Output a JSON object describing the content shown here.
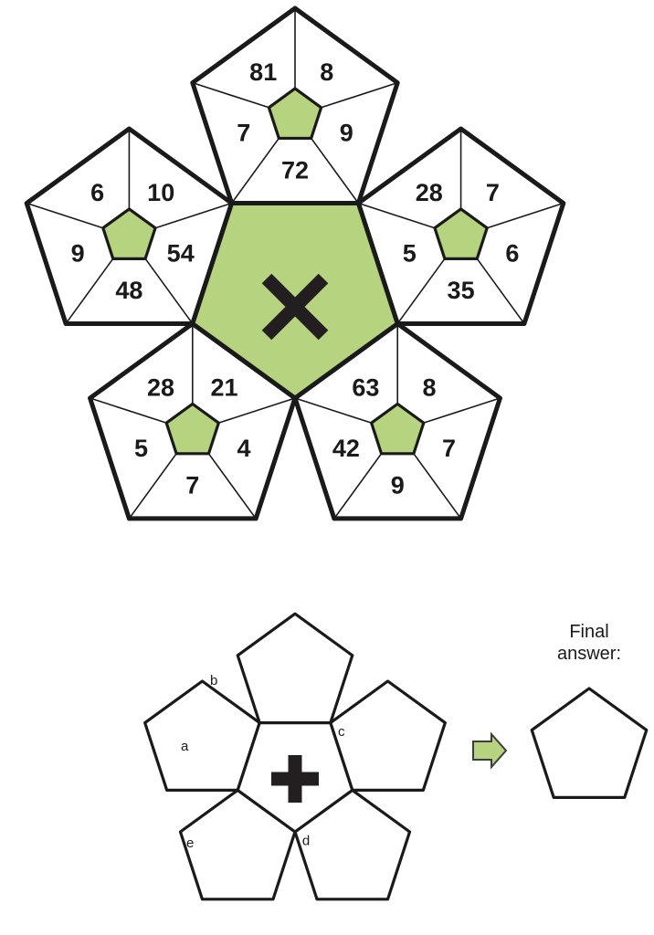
{
  "puzzle": {
    "title_text": "",
    "colors": {
      "accent_green": "#b6d47f",
      "ink": "#1a1a1a",
      "paper": "#ffffff"
    },
    "top_figure": {
      "center_operator": "×",
      "center_operator_name": "multiply",
      "petals": [
        {
          "position": "top",
          "cells": [
            "72",
            "9",
            "8",
            "81",
            "7"
          ]
        },
        {
          "position": "left",
          "cells": [
            "54",
            "10",
            "6",
            "9",
            "48"
          ]
        },
        {
          "position": "right",
          "cells": [
            "5",
            "35",
            "6",
            "7",
            "28"
          ]
        },
        {
          "position": "bottom-left",
          "cells": [
            "21",
            "28",
            "5",
            "7",
            "4"
          ]
        },
        {
          "position": "bottom-right",
          "cells": [
            "63",
            "42",
            "9",
            "7",
            "8"
          ]
        }
      ]
    },
    "bottom_figure": {
      "center_operator": "+",
      "center_operator_name": "plus",
      "vertex_labels": [
        "a",
        "b",
        "c",
        "d",
        "e"
      ],
      "petals": [
        {
          "position": "top"
        },
        {
          "position": "left"
        },
        {
          "position": "right"
        },
        {
          "position": "bottom-left"
        },
        {
          "position": "bottom-right"
        }
      ]
    },
    "final_answer": {
      "label_line1": "Final",
      "label_line2": "answer:",
      "arrow": "⇒",
      "pentagon_value": ""
    }
  }
}
